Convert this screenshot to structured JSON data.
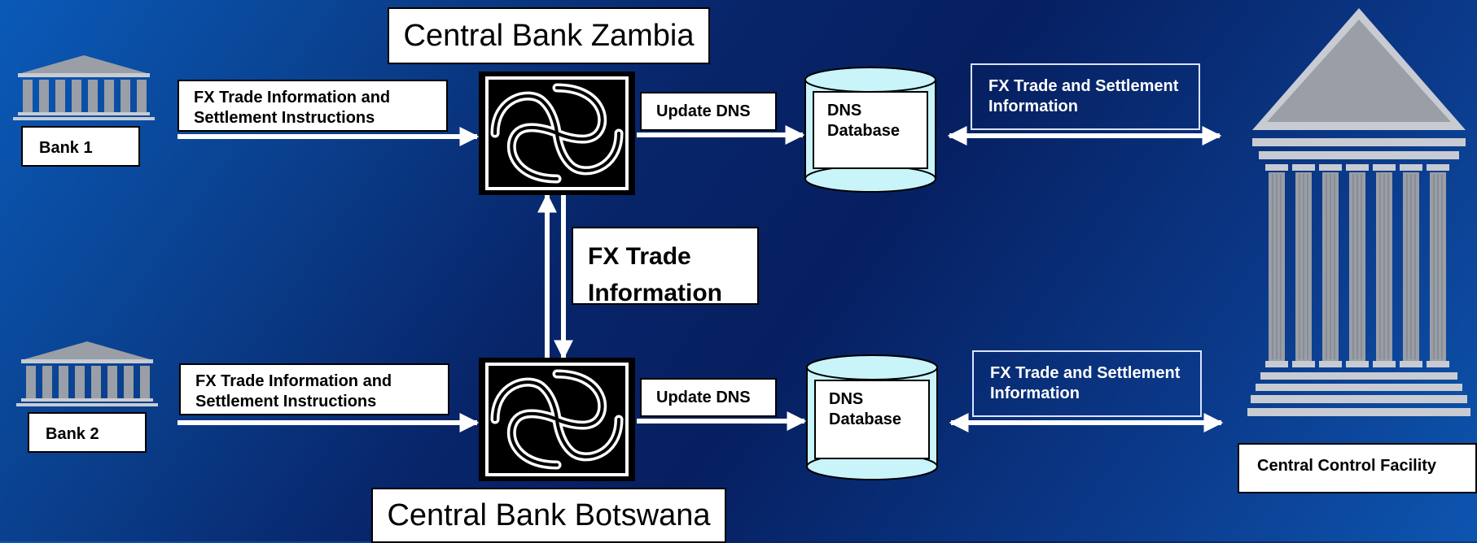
{
  "diagram": {
    "zambia_title": "Central Bank Zambia",
    "botswana_title": "Central Bank Botswana",
    "bank1_label": "Bank 1",
    "bank2_label": "Bank 2",
    "instructions_label": "FX Trade Information and Settlement Instructions",
    "update_dns_label": "Update DNS",
    "dns_db_label": "DNS Database",
    "settlement_info_label": "FX Trade and Settlement Information",
    "fx_trade_info_label": "FX Trade Information",
    "central_facility_label": "Central Control Facility"
  },
  "colors": {
    "background": "#08256a",
    "arrow": "#ffffff",
    "database": "#c8f4fa",
    "building": "#9a9ea6"
  }
}
